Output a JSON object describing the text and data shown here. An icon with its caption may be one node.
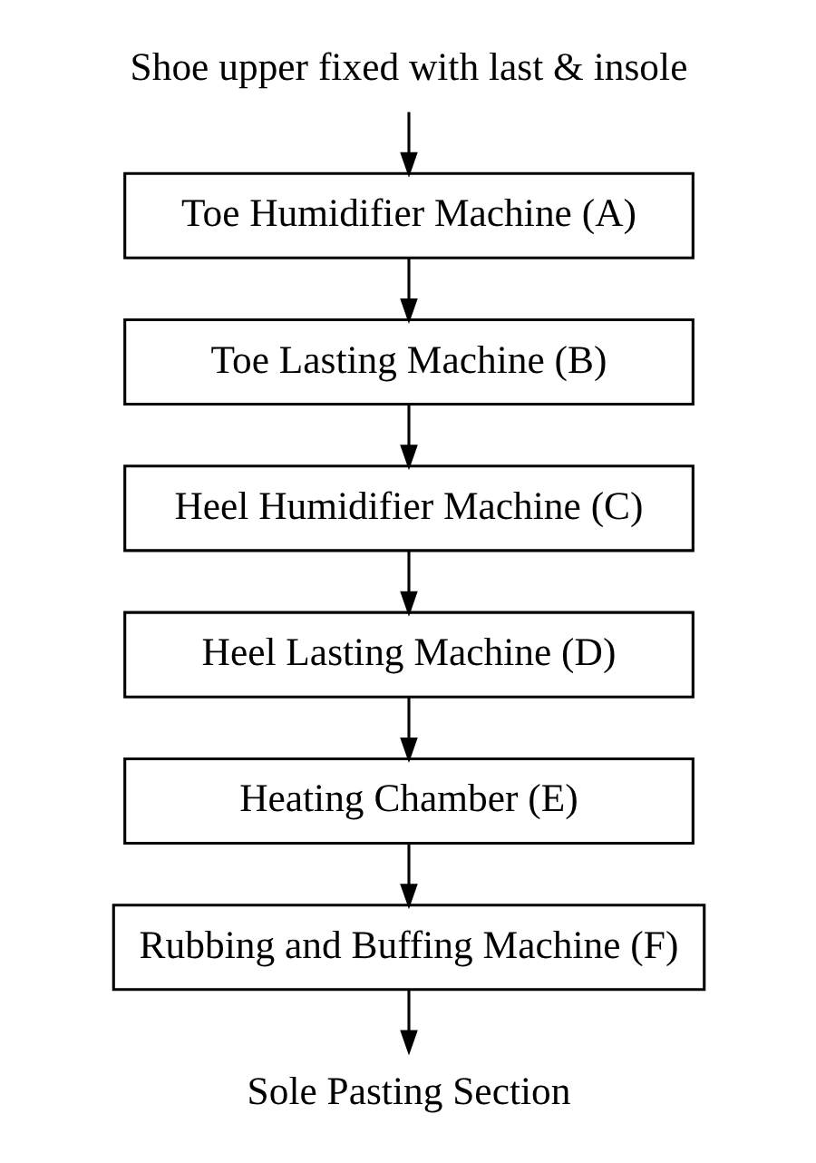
{
  "diagram": {
    "nodes": [
      {
        "text": [
          "Shoe upper fixed with last & insole"
        ]
      },
      {
        "text": [
          "Toe Humidifier Machine (A)"
        ]
      },
      {
        "text": [
          "Toe Lasting Machine (B)"
        ]
      },
      {
        "text": [
          "Heel Humidifier Machine (C)"
        ]
      },
      {
        "text": [
          "Heel Lasting Machine (D)"
        ]
      },
      {
        "text": [
          "Heating Chamber (E)"
        ]
      },
      {
        "text": [
          "Rubbing and Buffing Machine (F)"
        ]
      },
      {
        "text": [
          "Sole Pasting Section"
        ]
      }
    ],
    "edges": [
      {
        "from": 0,
        "to": 1,
        "arrow": "to"
      },
      {
        "from": 1,
        "to": 2,
        "arrow": "to"
      },
      {
        "from": 2,
        "to": 3,
        "arrow": "to"
      },
      {
        "from": 3,
        "to": 4,
        "arrow": "to"
      },
      {
        "from": 4,
        "to": 5,
        "arrow": "to"
      },
      {
        "from": 5,
        "to": 6,
        "arrow": "to"
      },
      {
        "from": 6,
        "to": 7,
        "arrow": "to"
      }
    ]
  }
}
